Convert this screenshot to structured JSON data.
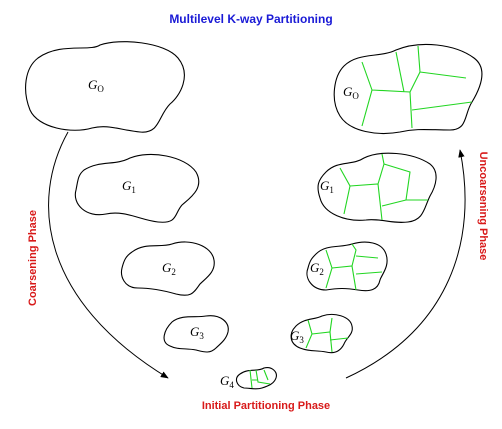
{
  "title": "Multilevel K-way Partitioning",
  "phases": {
    "coarsening": "Coarsening Phase",
    "uncoarsening": "Uncoarsening Phase",
    "initial": "Initial Partitioning Phase"
  },
  "graph_letter": "G",
  "left_graphs": [
    {
      "sub": "O"
    },
    {
      "sub": "1"
    },
    {
      "sub": "2"
    },
    {
      "sub": "3"
    }
  ],
  "bottom_graph": {
    "sub": "4"
  },
  "right_graphs": [
    {
      "sub": "O"
    },
    {
      "sub": "1"
    },
    {
      "sub": "2"
    },
    {
      "sub": "3"
    }
  ],
  "colors": {
    "title": "#1a1ad6",
    "phase": "#d81a1a",
    "partition": "#22d622"
  }
}
